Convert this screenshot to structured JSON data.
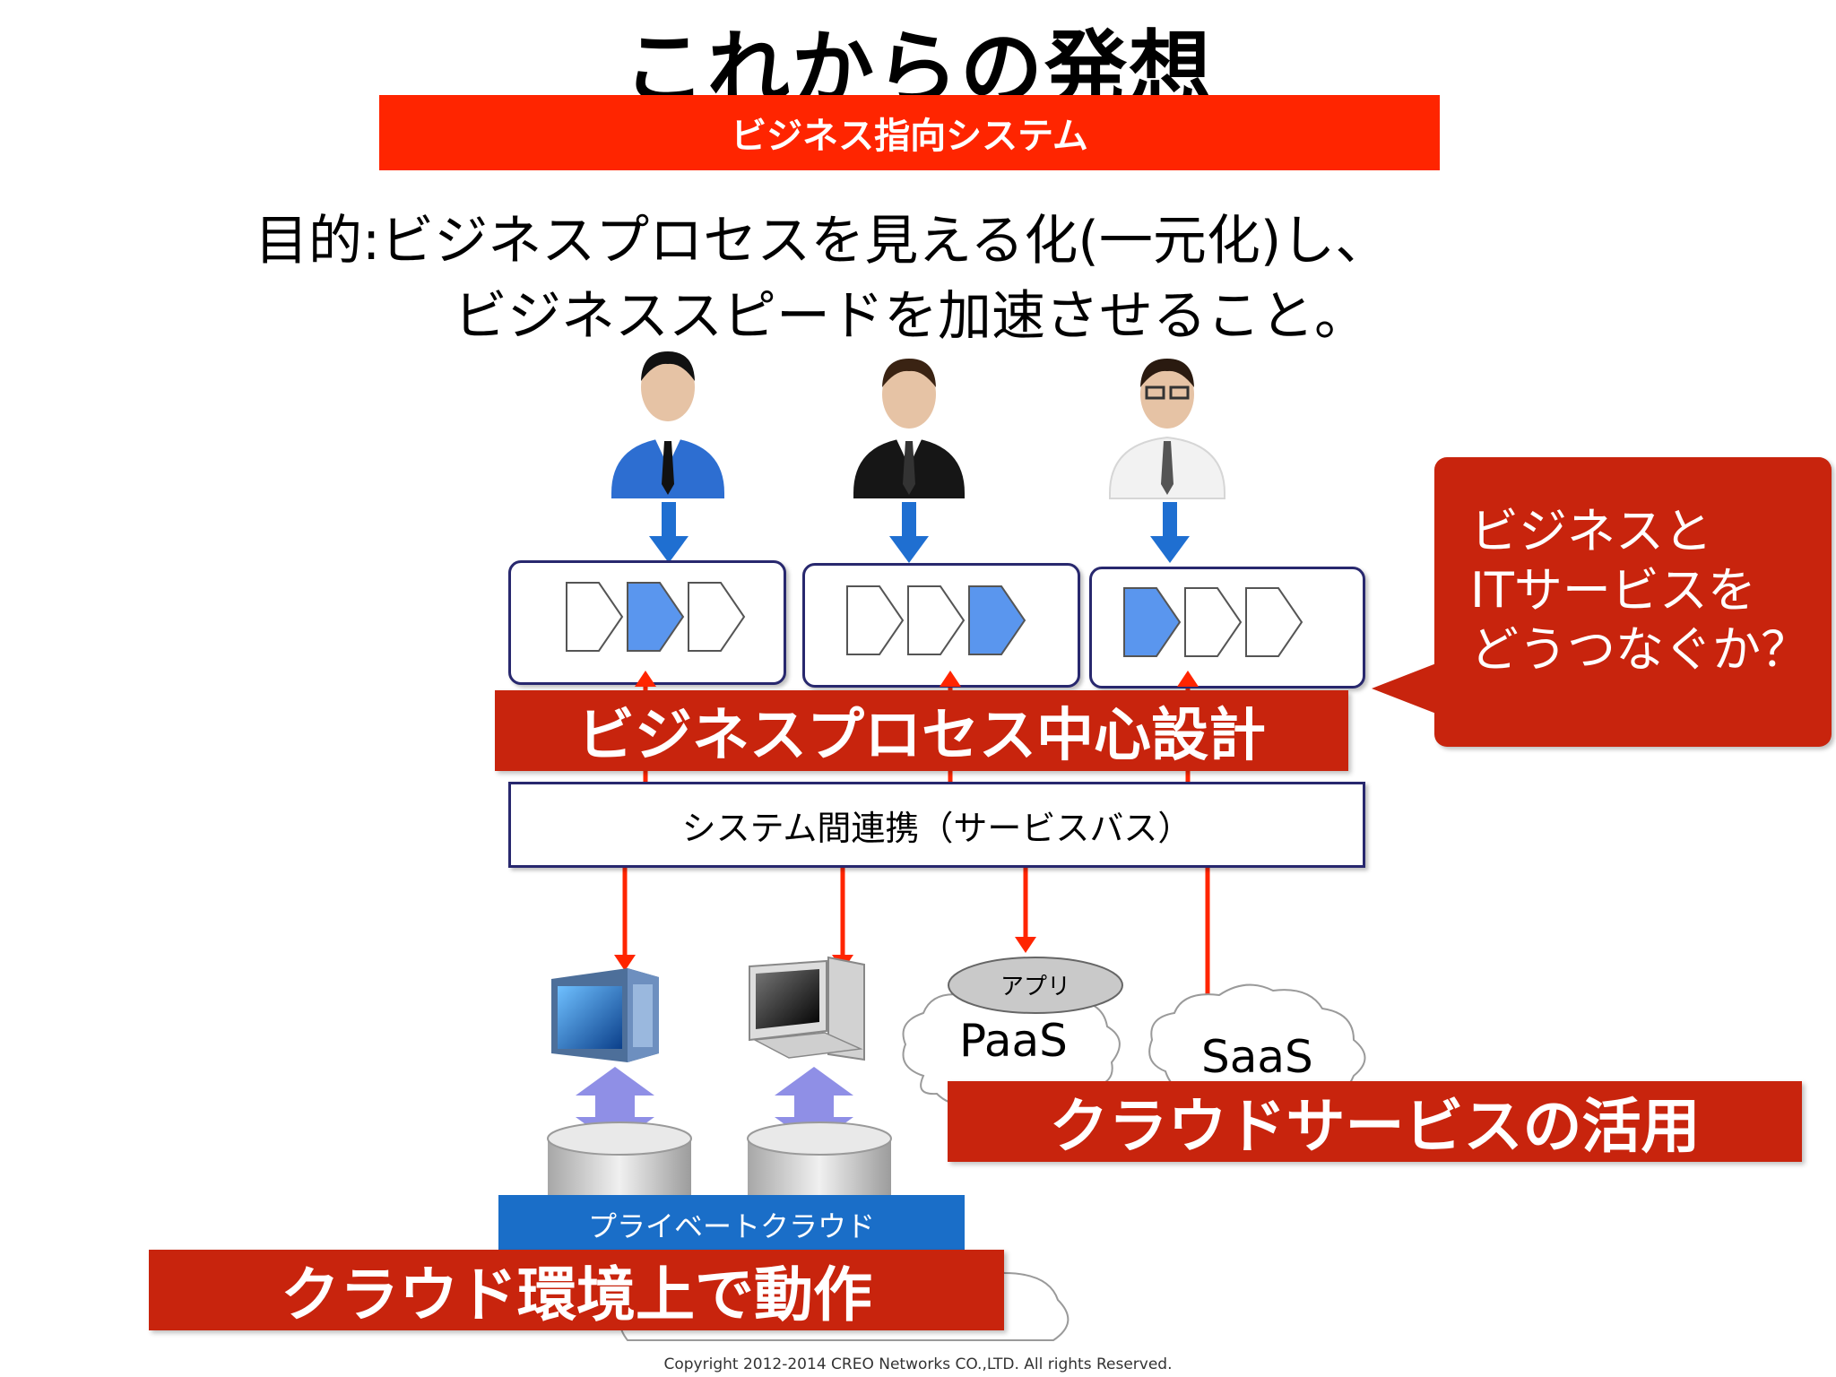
{
  "slide": {
    "title": "これからの発想",
    "subtitle": "ビジネス指向システム",
    "purpose_line1": "目的:ビジネスプロセスを見える化(一元化)し、",
    "purpose_line2": "ビジネススピードを加速させること。"
  },
  "diagram": {
    "bpm_banner": "ビジネスプロセス中心設計",
    "service_bus": "システム間連携（サービスバス）",
    "callout": {
      "line1": "ビジネスと",
      "line2": "ITサービスを",
      "line3": "どうつなぐか？"
    },
    "app_label": "アプリ",
    "paas_label": "PaaS",
    "saas_label": "SaaS",
    "cloud_banner": "クラウドサービスの活用",
    "private_cloud": "プライベートクラウド",
    "environment_banner": "クラウド環境上で動作",
    "colors": {
      "red_banner": "#c8240d",
      "title_bar": "#ff2500",
      "arrow_blue": "#1f6fd1",
      "arrow_red": "#ff2500",
      "private_cloud": "#1a6ec8"
    },
    "icons": [
      "person-blue-suit-icon",
      "person-black-suit-icon",
      "person-white-shirt-icon",
      "server-icon",
      "workstation-icon",
      "database-icon",
      "cloud-icon"
    ]
  },
  "footer": {
    "copyright": "Copyright 2012-2014 CREO Networks CO.,LTD. All rights Reserved."
  }
}
